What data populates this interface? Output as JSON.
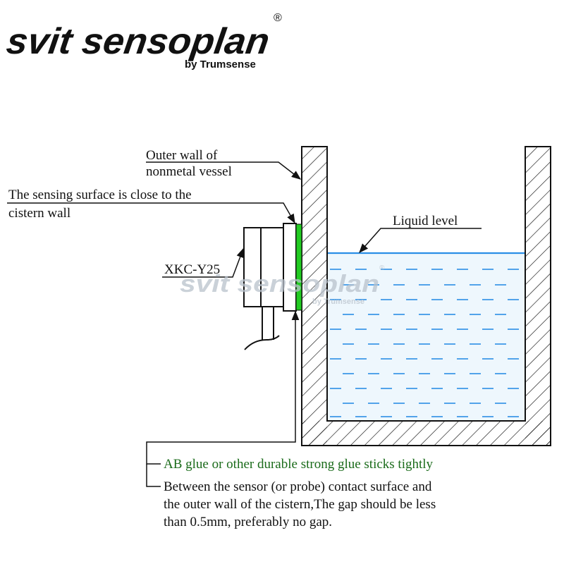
{
  "brand": {
    "logo_text": "svit sensoplan",
    "registered_mark": "®",
    "tagline": "by Trumsense",
    "watermark_text": "svit sensoplan",
    "watermark_tagline": "by Trumsense"
  },
  "labels": {
    "outer_wall_line1": "Outer wall of",
    "outer_wall_line2": "nonmetal vessel",
    "sensing_line1": "The sensing surface is close to the",
    "sensing_line2": "cistern wall",
    "sensor_model": "XKC-Y25",
    "liquid_level": "Liquid level",
    "glue_note": "AB glue or other durable strong glue sticks tightly",
    "gap_line1": "Between the sensor (or probe) contact surface and",
    "gap_line2": "the outer wall of the cistern,The gap should be less",
    "gap_line3": "than 0.5mm, preferably no gap."
  },
  "colors": {
    "ink": "#111111",
    "glue_green": "#22cc22",
    "glue_text": "#1a6b1a",
    "liquid_blue": "#2a8ee6",
    "watermark": "#b9c2cc"
  }
}
